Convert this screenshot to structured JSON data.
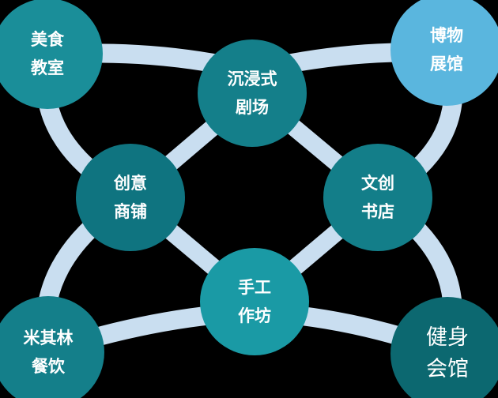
{
  "nodes": [
    {
      "id": "food-class",
      "line1": "美食",
      "line2": "教室",
      "color": "#1a8e99"
    },
    {
      "id": "museum",
      "line1": "博物",
      "line2": "展馆",
      "color": "#5ab6de"
    },
    {
      "id": "theater",
      "line1": "沉浸式",
      "line2": "剧场",
      "color": "#147f8a"
    },
    {
      "id": "creative-shop",
      "line1": "创意",
      "line2": "商铺",
      "color": "#0f7480"
    },
    {
      "id": "bookstore",
      "line1": "文创",
      "line2": "书店",
      "color": "#137e89"
    },
    {
      "id": "workshop",
      "line1": "手工",
      "line2": "作坊",
      "color": "#1a9aa5"
    },
    {
      "id": "michelin",
      "line1": "米其林",
      "line2": "餐饮",
      "color": "#147f8a"
    },
    {
      "id": "gym",
      "line1": "健身",
      "line2": "会馆",
      "color": "#0c6870"
    }
  ],
  "colors": {
    "band": "#c9def0",
    "background": "#000000"
  }
}
